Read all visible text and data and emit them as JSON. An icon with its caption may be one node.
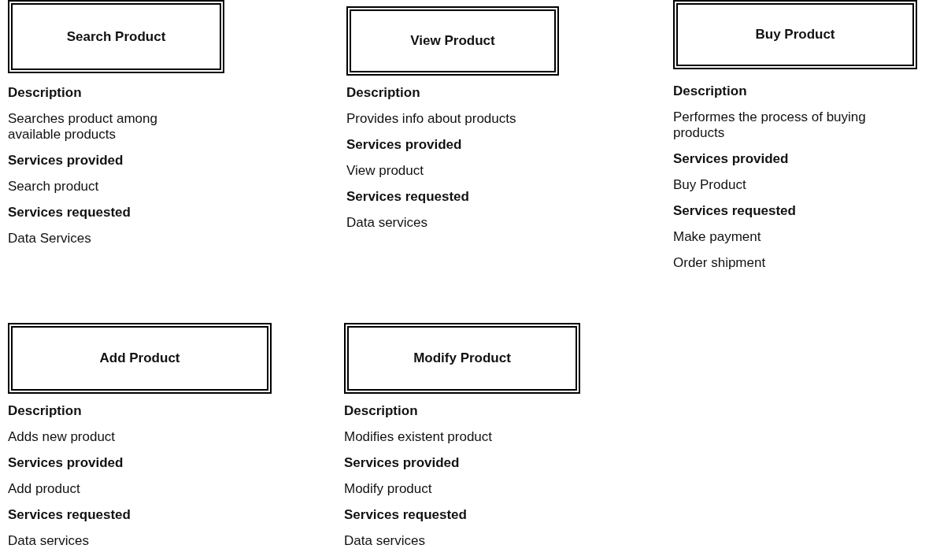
{
  "diagram": {
    "nodes": [
      {
        "text": [
          "Search Product"
        ],
        "beside": [
          "Description",
          "Searches product among available products",
          "Services provided",
          "Search product",
          "Services requested",
          "Data Services"
        ]
      },
      {
        "text": [
          "View Product"
        ],
        "beside": [
          "Description",
          "Provides info about products",
          "Services provided",
          "View product",
          "Services requested",
          "Data services"
        ]
      },
      {
        "text": [
          "Buy Product"
        ],
        "beside": [
          "Description",
          "Performes the process of buying products",
          "Services provided",
          "Buy Product",
          "Services requested",
          "Make payment",
          "Order shipment"
        ]
      },
      {
        "text": [
          "Add Product"
        ],
        "beside": [
          "Description",
          "Adds new product",
          "Services provided",
          "Add product",
          "Services requested",
          "Data services"
        ]
      },
      {
        "text": [
          "Modify Product"
        ],
        "beside": [
          "Description",
          "Modifies existent product",
          "Services provided",
          "Modify product",
          "Services requested",
          "Data services"
        ]
      }
    ]
  }
}
